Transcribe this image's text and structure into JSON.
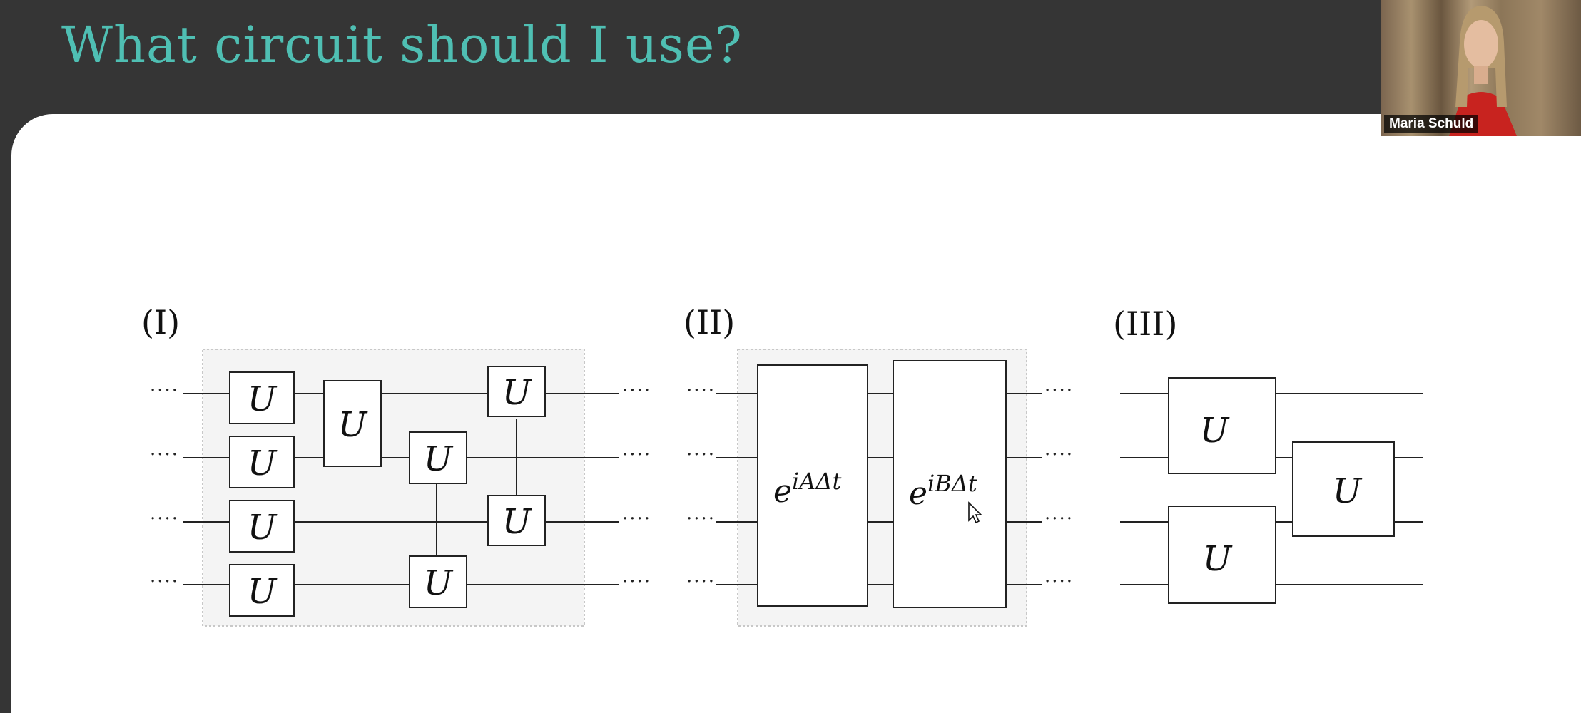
{
  "slide": {
    "title": "What circuit should I use?"
  },
  "circuits": [
    {
      "label": "(I)",
      "gate": "U",
      "ellipsis": "····"
    },
    {
      "label": "(II)",
      "gates": [
        {
          "base": "e",
          "exponent": "iAΔt"
        },
        {
          "base": "e",
          "exponent": "iBΔt"
        }
      ],
      "ellipsis": "····"
    },
    {
      "label": "(III)",
      "gate": "U"
    }
  ],
  "video": {
    "participant_name": "Maria Schuld"
  },
  "colors": {
    "title": "#4fbfb3",
    "background": "#353535",
    "slide": "#ffffff",
    "panel_shade": "#f4f4f4"
  },
  "icons": [
    "mouse-cursor-icon"
  ]
}
